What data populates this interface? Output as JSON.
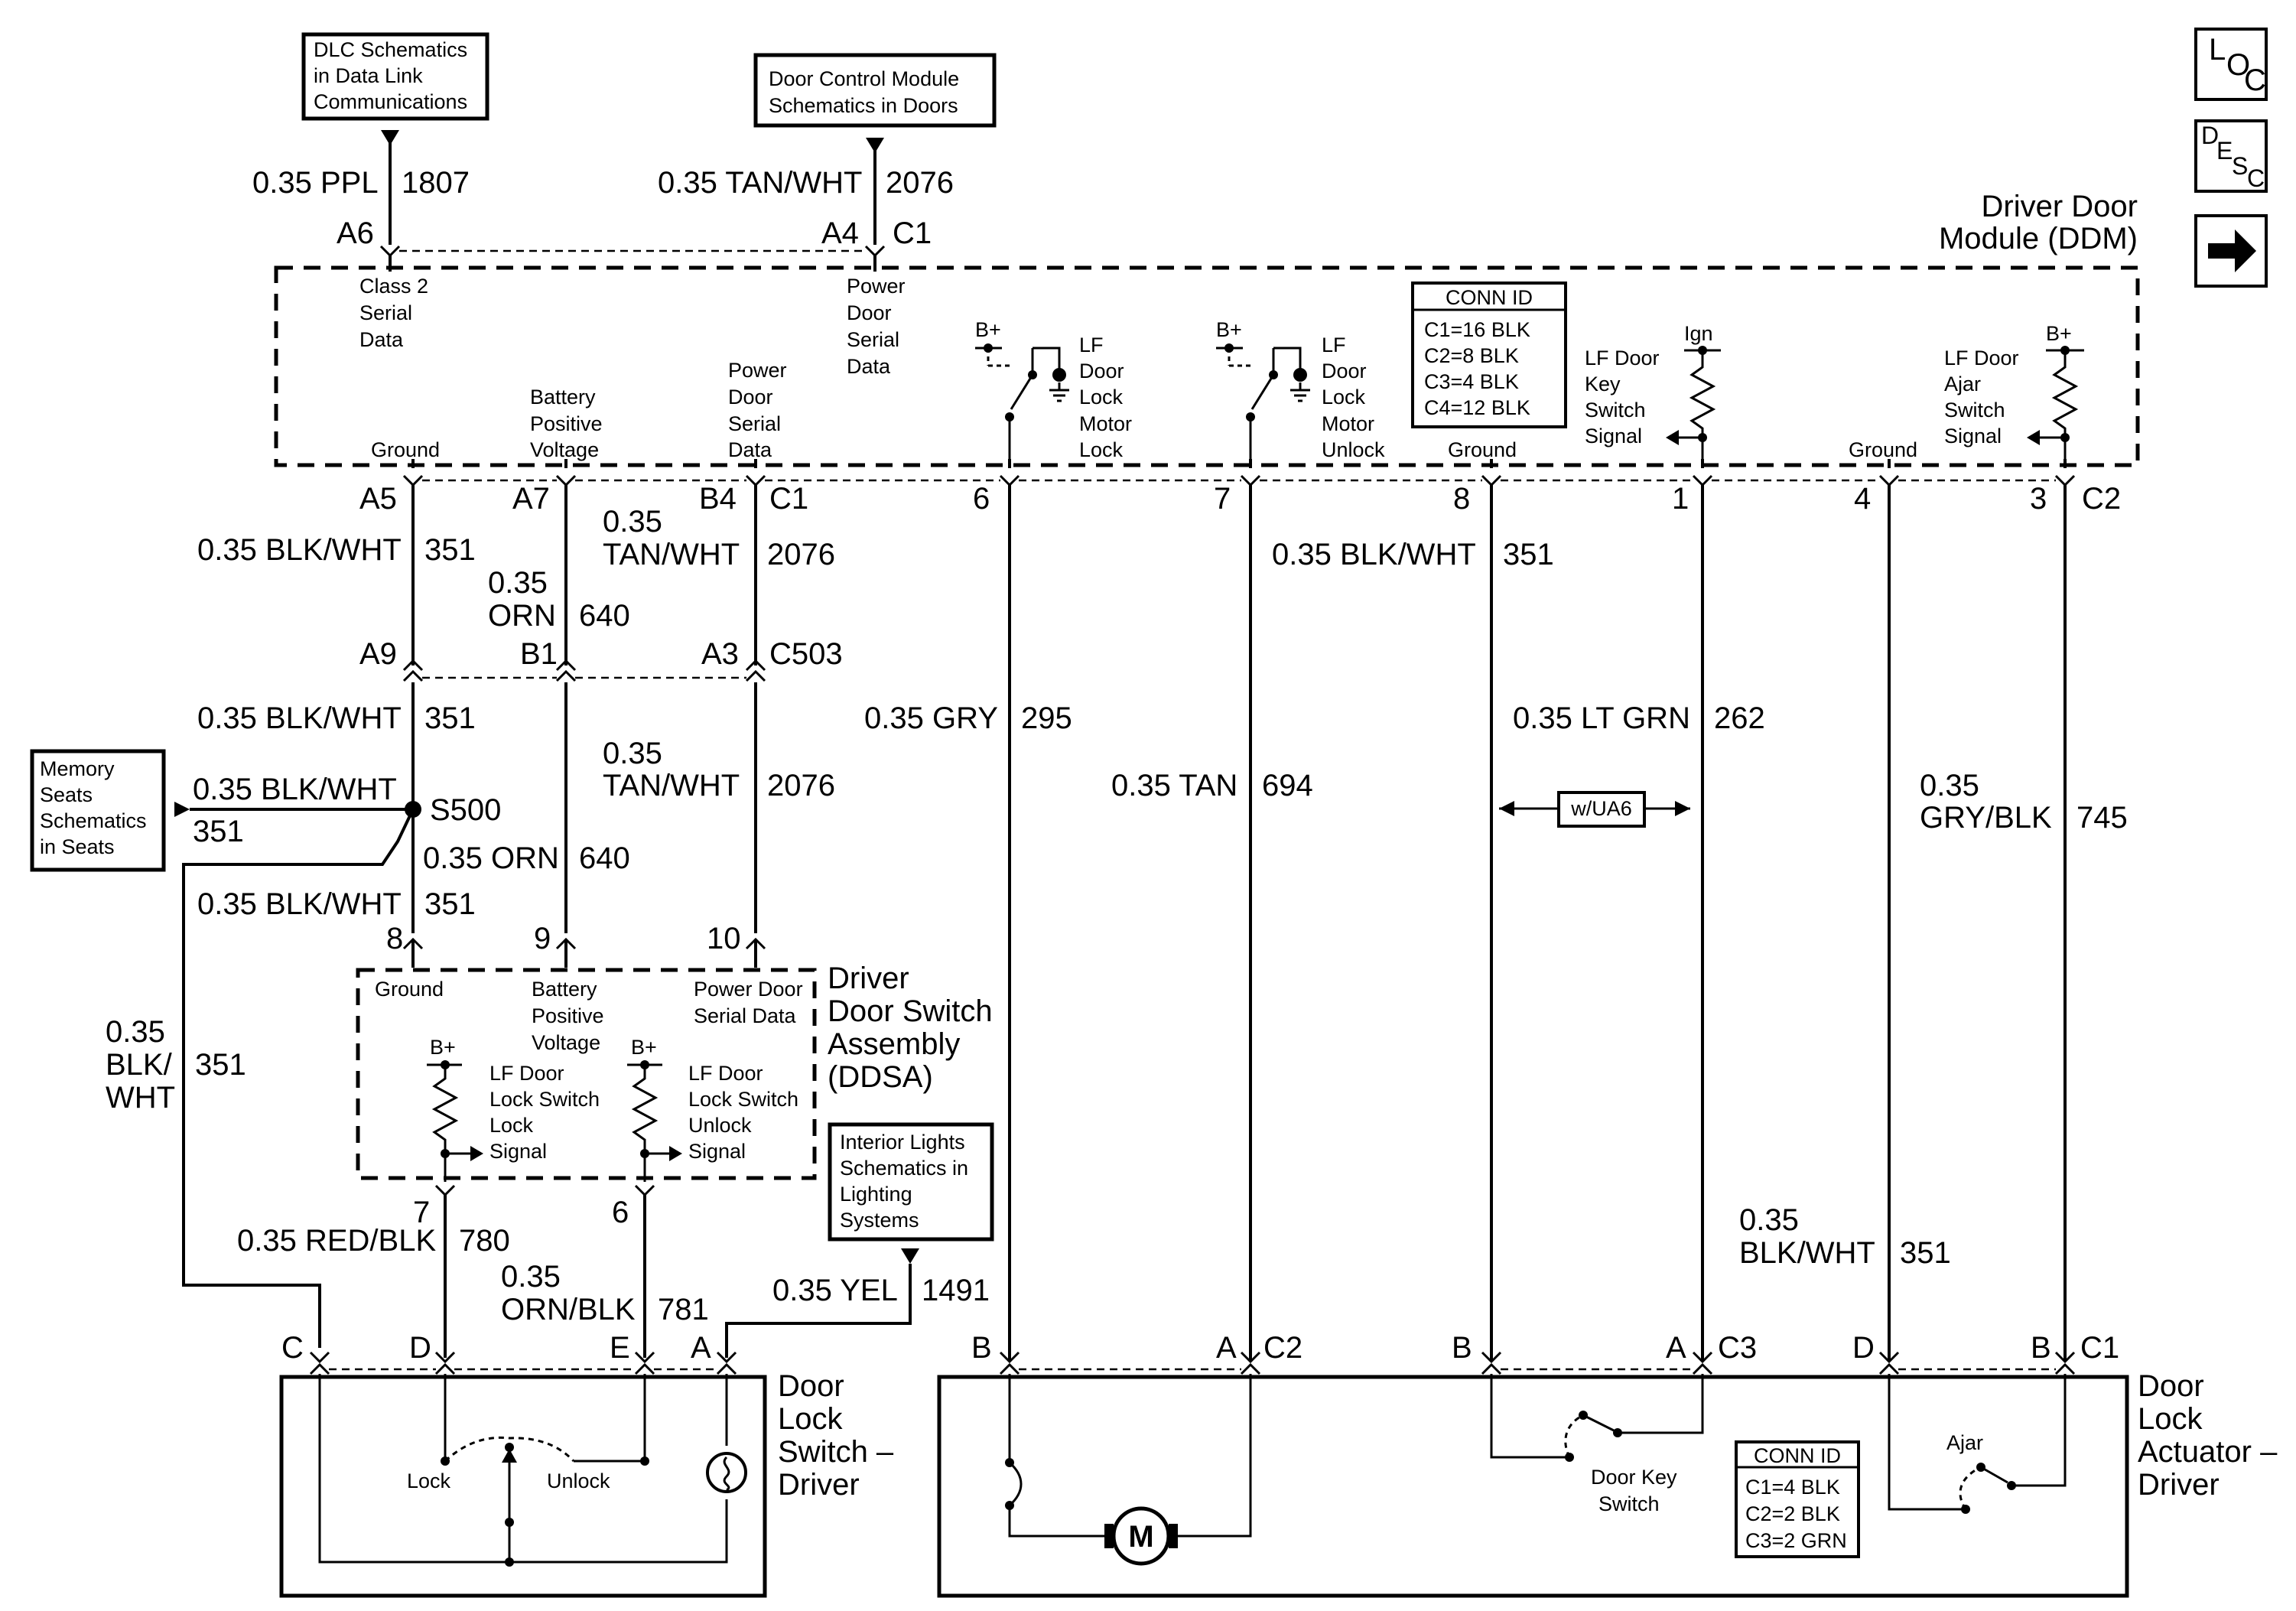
{
  "nav": {
    "loc": {
      "a": "L",
      "b": "O",
      "c": "C"
    },
    "desc": {
      "a": "D",
      "b": "E",
      "c": "S",
      "d": "C"
    },
    "next_icon": "right-arrow-icon"
  },
  "refs": {
    "dlc": [
      "DLC Schematics",
      "in Data Link",
      "Communications"
    ],
    "door_control": [
      "Door Control Module",
      "Schematics in Doors"
    ],
    "memory_seats": [
      "Memory",
      "Seats",
      "Schematics",
      "in Seats"
    ],
    "interior_lights": [
      "Interior Lights",
      "Schematics in",
      "Lighting",
      "Systems"
    ]
  },
  "ddm": {
    "title": [
      "Driver Door",
      "Module (DDM)"
    ],
    "conn_id": {
      "title": "CONN ID",
      "rows": [
        "C1=16 BLK",
        "C2=8 BLK",
        "C3=4 BLK",
        "C4=12 BLK"
      ]
    },
    "labels": {
      "class2": [
        "Class 2",
        "Serial",
        "Data"
      ],
      "pwr_serial_top": [
        "Power",
        "Door",
        "Serial",
        "Data"
      ],
      "ground1": "Ground",
      "batt": [
        "Battery",
        "Positive",
        "Voltage"
      ],
      "pwr_serial_bot": [
        "Power",
        "Door",
        "Serial",
        "Data"
      ],
      "lock_motor": [
        "LF",
        "Door",
        "Lock",
        "Motor",
        "Lock"
      ],
      "unlock_motor": [
        "LF",
        "Door",
        "Lock",
        "Motor",
        "Unlock"
      ],
      "ground2": "Ground",
      "key_switch": [
        "LF Door",
        "Key",
        "Switch",
        "Signal"
      ],
      "ground3": "Ground",
      "ajar_switch": [
        "LF Door",
        "Ajar",
        "Switch",
        "Signal"
      ],
      "bplus": "B+",
      "ign": "Ign"
    }
  },
  "wires_top": {
    "w1807": {
      "gauge": "0.35 PPL",
      "circuit": "1807",
      "pin": "A6"
    },
    "w2076": {
      "gauge": "0.35 TAN/WHT",
      "circuit": "2076",
      "pin": "A4",
      "conn": "C1"
    }
  },
  "ddm_bottom_pins": {
    "a5": "A5",
    "a7": "A7",
    "b4": "B4",
    "c1": "C1",
    "p6": "6",
    "p7": "7",
    "p8": "8",
    "p1": "1",
    "p4": "4",
    "p3": "3",
    "c2": "C2"
  },
  "middle": {
    "w351a": {
      "gauge": "0.35 BLK/WHT",
      "circuit": "351"
    },
    "w640a": {
      "gauge": [
        "0.35",
        "ORN"
      ],
      "circuit": "640"
    },
    "w2076a": {
      "gauge": [
        "0.35",
        "TAN/WHT"
      ],
      "circuit": "2076"
    },
    "c503": {
      "a9": "A9",
      "b1": "B1",
      "a3": "A3",
      "name": "C503"
    },
    "w351b": {
      "gauge": "0.35 BLK/WHT",
      "circuit": "351"
    },
    "w2076b": {
      "gauge": [
        "0.35",
        "TAN/WHT"
      ],
      "circuit": "2076"
    },
    "w351_mem": {
      "gauge": "0.35 BLK/WHT",
      "circuit": "351"
    },
    "splice": "S500",
    "w640b": {
      "gauge": "0.35 ORN",
      "circuit": "640"
    },
    "w351c": {
      "gauge": "0.35 BLK/WHT",
      "circuit": "351"
    },
    "w351_left": {
      "gauge": [
        "0.35",
        "BLK/",
        "WHT"
      ],
      "circuit": "351"
    },
    "w295": {
      "gauge": "0.35 GRY",
      "circuit": "295"
    },
    "w694": {
      "gauge": "0.35 TAN",
      "circuit": "694"
    },
    "w351d": {
      "gauge": "0.35 BLK/WHT",
      "circuit": "351"
    },
    "w262": {
      "gauge": "0.35 LT GRN",
      "circuit": "262"
    },
    "ua6": "w/UA6",
    "w745": {
      "gauge": [
        "0.35",
        "GRY/BLK"
      ],
      "circuit": "745"
    },
    "w351e": {
      "gauge": [
        "0.35",
        "BLK/WHT"
      ],
      "circuit": "351"
    }
  },
  "ddsa": {
    "title": [
      "Driver",
      "Door Switch",
      "Assembly",
      "(DDSA)"
    ],
    "pins": {
      "p8": "8",
      "p9": "9",
      "p10": "10",
      "p7": "7",
      "p6": "6"
    },
    "ground": "Ground",
    "batt": [
      "Battery",
      "Positive",
      "Voltage"
    ],
    "serial": [
      "Power Door",
      "Serial Data"
    ],
    "lock_sig": [
      "LF Door",
      "Lock Switch",
      "Lock",
      "Signal"
    ],
    "unlock_sig": [
      "LF Door",
      "Lock Switch",
      "Unlock",
      "Signal"
    ],
    "bplus": "B+"
  },
  "lower_wires": {
    "w780": {
      "gauge": "0.35 RED/BLK",
      "circuit": "780"
    },
    "w781": {
      "gauge": [
        "0.35",
        "ORN/BLK"
      ],
      "circuit": "781"
    },
    "w1491": {
      "gauge": "0.35 YEL",
      "circuit": "1491"
    }
  },
  "lock_switch": {
    "title": [
      "Door",
      "Lock",
      "Switch –",
      "Driver"
    ],
    "pins": {
      "c": "C",
      "d": "D",
      "e": "E",
      "a": "A"
    },
    "lock": "Lock",
    "unlock": "Unlock"
  },
  "actuator": {
    "title": [
      "Door",
      "Lock",
      "Actuator –",
      "Driver"
    ],
    "pins": {
      "b1": "B",
      "a1": "A",
      "c2": "C2",
      "b2": "B",
      "a2": "A",
      "c3": "C3",
      "d3": "D",
      "b3": "B",
      "c1": "C1"
    },
    "motor": "M",
    "key_switch": [
      "Door Key",
      "Switch"
    ],
    "ajar": "Ajar",
    "conn_id": {
      "title": "CONN ID",
      "rows": [
        "C1=4 BLK",
        "C2=2 BLK",
        "C3=2 GRN"
      ]
    }
  }
}
